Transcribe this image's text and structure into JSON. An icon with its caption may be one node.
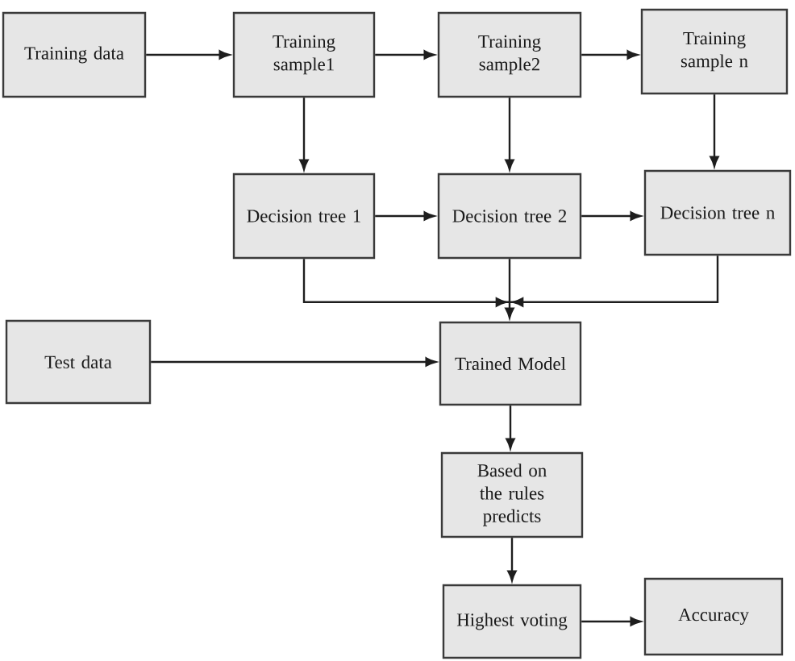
{
  "diagram": {
    "nodes": [
      {
        "text": [
          "Training data"
        ]
      },
      {
        "text": [
          "Training sample1"
        ]
      },
      {
        "text": [
          "Training sample2"
        ]
      },
      {
        "text": [
          "Training sample n"
        ]
      },
      {
        "text": [
          "Decision tree 1"
        ]
      },
      {
        "text": [
          "Decision tree 2"
        ]
      },
      {
        "text": [
          "Decision tree n"
        ]
      },
      {
        "text": [
          "Test data"
        ]
      },
      {
        "text": [
          "Trained Model"
        ]
      },
      {
        "text": [
          "Based on the rules predicts"
        ]
      },
      {
        "text": [
          "Highest voting"
        ]
      },
      {
        "text": [
          "Accuracy"
        ]
      }
    ],
    "edges": [
      {
        "from": 0,
        "to": 1,
        "arrow": "to"
      },
      {
        "from": 1,
        "to": 2,
        "arrow": "to"
      },
      {
        "from": 2,
        "to": 3,
        "arrow": "to"
      },
      {
        "from": 1,
        "to": 4,
        "arrow": "to"
      },
      {
        "from": 2,
        "to": 5,
        "arrow": "to"
      },
      {
        "from": 3,
        "to": 6,
        "arrow": "to"
      },
      {
        "from": 4,
        "to": 5,
        "arrow": "to"
      },
      {
        "from": 5,
        "to": 6,
        "arrow": "to"
      },
      {
        "from": 4,
        "to": 8,
        "arrow": "to"
      },
      {
        "from": 5,
        "to": 8,
        "arrow": "to"
      },
      {
        "from": 6,
        "to": 8,
        "arrow": "to"
      },
      {
        "from": 7,
        "to": 8,
        "arrow": "to"
      },
      {
        "from": 8,
        "to": 9,
        "arrow": "to"
      },
      {
        "from": 9,
        "to": 10,
        "arrow": "to"
      },
      {
        "from": 10,
        "to": 11,
        "arrow": "to"
      }
    ]
  }
}
